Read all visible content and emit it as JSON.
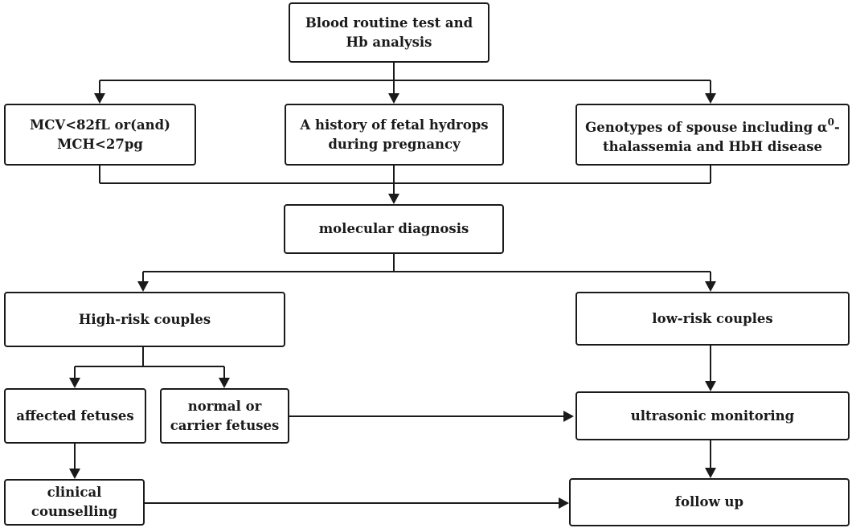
{
  "nodes": {
    "blood_test": "Blood routine test and Hb analysis",
    "mcv": "MCV<82fL or(and) MCH<27pg",
    "history": "A history of fetal hydrops during pregnancy",
    "genotypes": {
      "before": "Genotypes of spouse including α",
      "superscript": "0",
      "after": "-thalassemia and HbH disease"
    },
    "molecular": "molecular diagnosis",
    "high_risk": "High-risk couples",
    "low_risk": "low-risk couples",
    "affected": "affected fetuses",
    "normal": "normal or carrier fetuses",
    "ultrasonic": "ultrasonic monitoring",
    "clinical": "clinical counselling",
    "follow_up": "follow up"
  }
}
